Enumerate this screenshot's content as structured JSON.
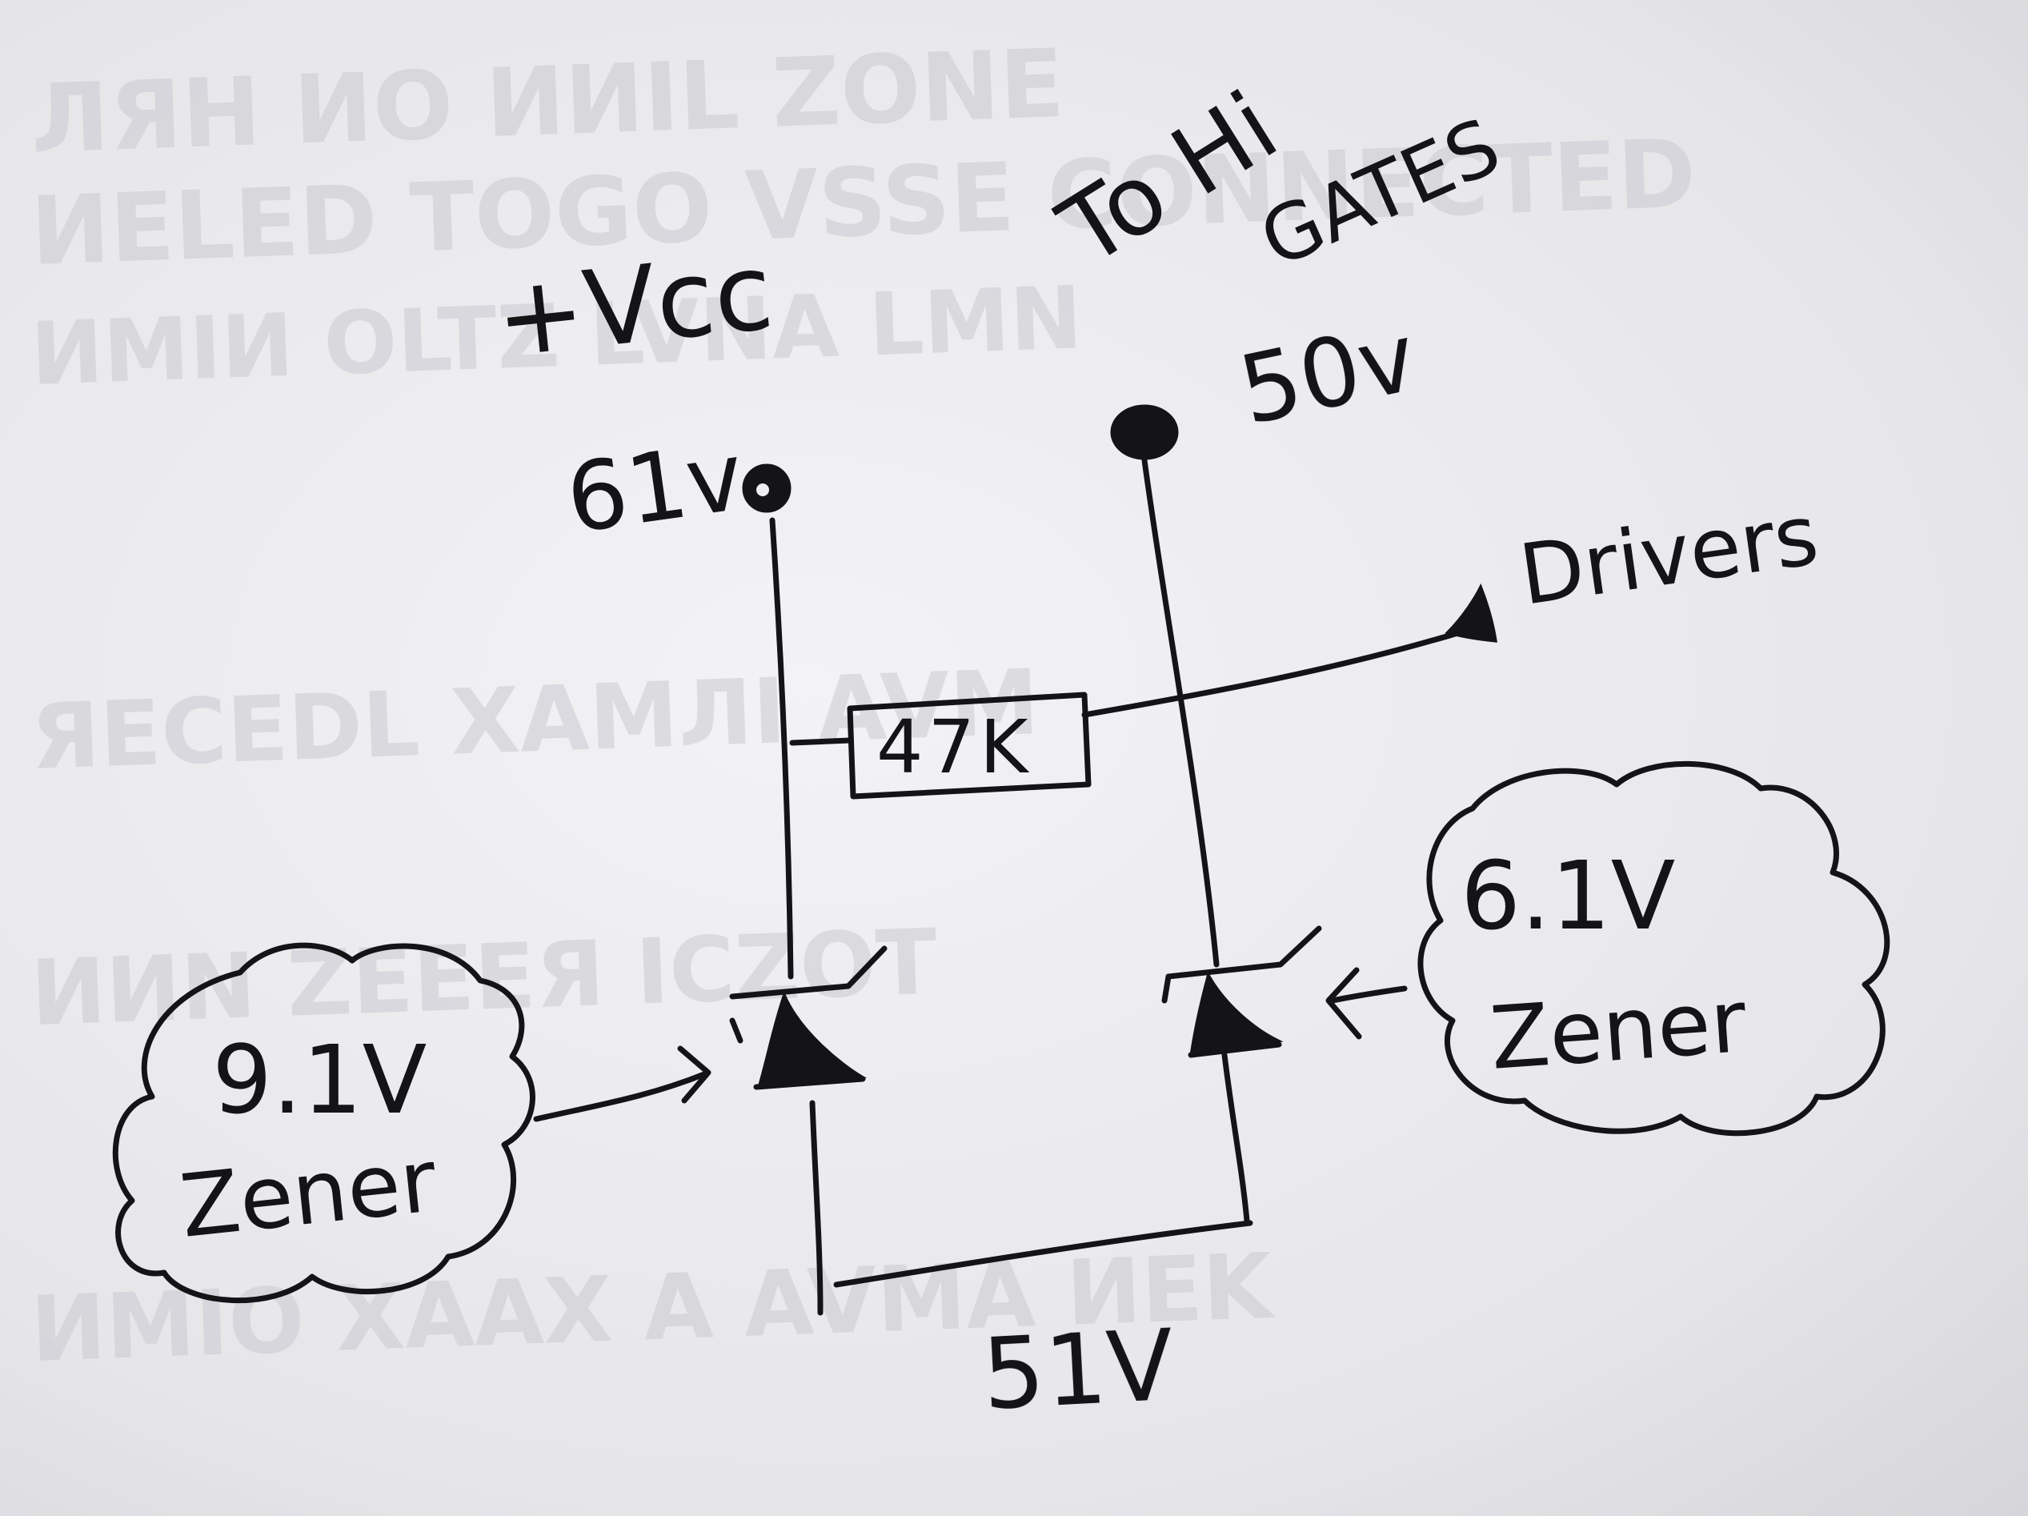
{
  "labels": {
    "vcc": "+Vcc",
    "vcc_voltage": "61v",
    "to_hi": "To Hi",
    "gates": "GATES",
    "gates_voltage": "50v",
    "drivers": "Drivers",
    "resistor": "47K",
    "zener_left_voltage": "9.1V",
    "zener_left_word": "Zener",
    "zener_right_voltage": "6.1V",
    "zener_right_word": "Zener",
    "bottom_voltage": "51V"
  },
  "colors": {
    "ink": "#141416",
    "paper": "#eeeef0"
  }
}
